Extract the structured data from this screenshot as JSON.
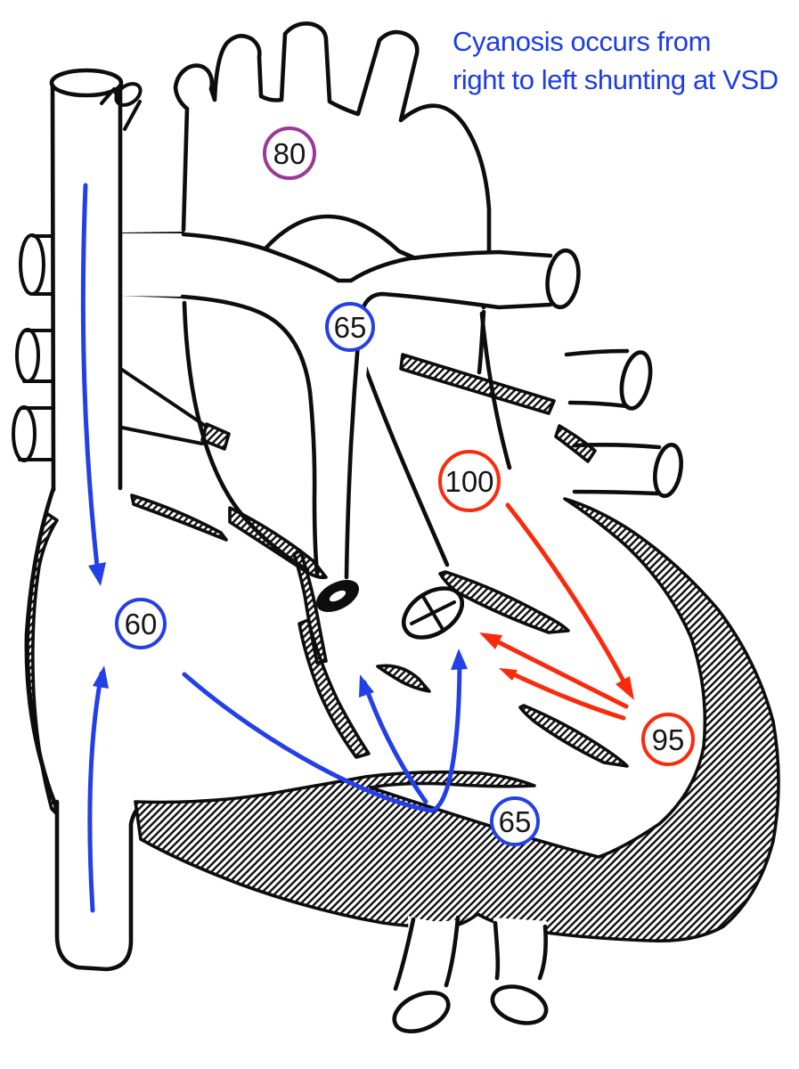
{
  "caption": {
    "line1": "Cyanosis occurs from",
    "line2": "right to left shunting at VSD",
    "color": "#1b3ce6"
  },
  "colors": {
    "flow_blue": "#2340e8",
    "flow_red": "#fa2a0c",
    "outline_black": "#0d0d0d",
    "aorta_purple": "#983a97"
  },
  "annotations": {
    "circles": [
      {
        "name": "aorta-saturation",
        "value": "80",
        "color": "#983a97"
      },
      {
        "name": "pulmonary-artery-saturation",
        "value": "65",
        "color": "#2340e8"
      },
      {
        "name": "left-atrium-saturation",
        "value": "100",
        "color": "#fa2a0c"
      },
      {
        "name": "right-atrium-saturation",
        "value": "60",
        "color": "#2340e8"
      },
      {
        "name": "left-ventricle-saturation",
        "value": "95",
        "color": "#fa2a0c"
      },
      {
        "name": "right-ventricle-saturation",
        "value": "65",
        "color": "#2340e8"
      }
    ]
  }
}
